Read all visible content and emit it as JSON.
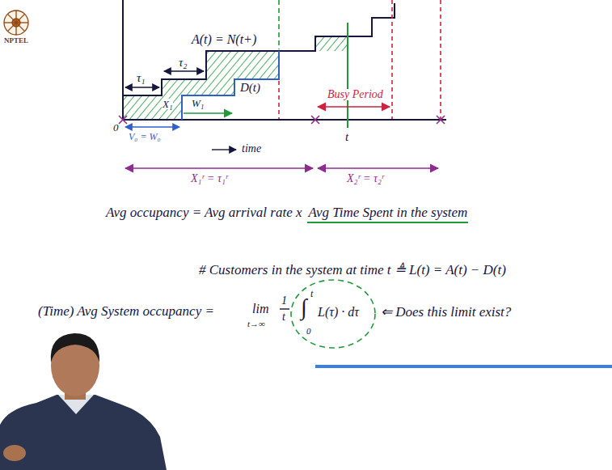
{
  "diagram": {
    "labels": [
      "NPTEL",
      "A(t) = N(t+)",
      "τ₁",
      "τ₂",
      "D(t)",
      "X₁",
      "W₁",
      "V₀ = W₀",
      "0",
      "time",
      "X₁ʳ = τ₁ʳ",
      "X₂ʳ = τ₂ʳ",
      "Busy Period",
      "t",
      "Avg occupancy = Avg arrival rate x",
      "Avg Time Spent in the system",
      "# Customers in the system at time t ≜ L(t) = A(t) − D(t)",
      "(Time) Avg System occupancy =",
      "lim",
      "t→∞",
      "1",
      "t",
      "∫",
      "t",
      "0",
      "L(τ) · dτ",
      "⇐ Does this limit exist?"
    ]
  }
}
